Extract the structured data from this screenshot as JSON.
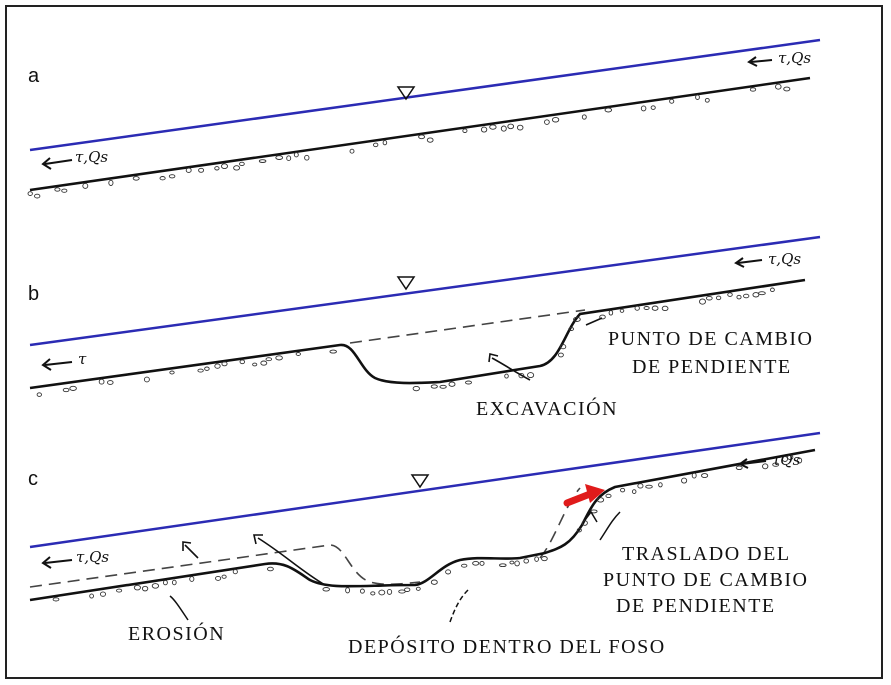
{
  "colors": {
    "water_line": "#2b2bb4",
    "bed_line": "#111111",
    "arrow_red": "#e01b1b",
    "border": "#222222"
  },
  "panels": [
    {
      "letter": "a",
      "labels_left": "τ,Qs",
      "labels_right": "τ,Qs"
    },
    {
      "letter": "b",
      "labels_left": "τ",
      "labels_right": "τ,Qs",
      "caption_knick_1": "PUNTO DE CAMBIO",
      "caption_knick_2": "DE PENDIENTE",
      "caption_excavation": "EXCAVACIÓN"
    },
    {
      "letter": "c",
      "labels_left": "τ,Qs",
      "labels_right": "τQs",
      "caption_move_1": "TRASLADO DEL",
      "caption_move_2": "PUNTO DE CAMBIO",
      "caption_move_3": "DE PENDIENTE",
      "caption_erosion": "EROSIÓN",
      "caption_deposit": "DEPÓSITO DENTRO DEL FOSO"
    }
  ],
  "icons": {
    "water_surface": "inverted-triangle-icon",
    "flow_direction": "left-arrow-icon",
    "shift_direction": "red-right-arrow-icon"
  }
}
